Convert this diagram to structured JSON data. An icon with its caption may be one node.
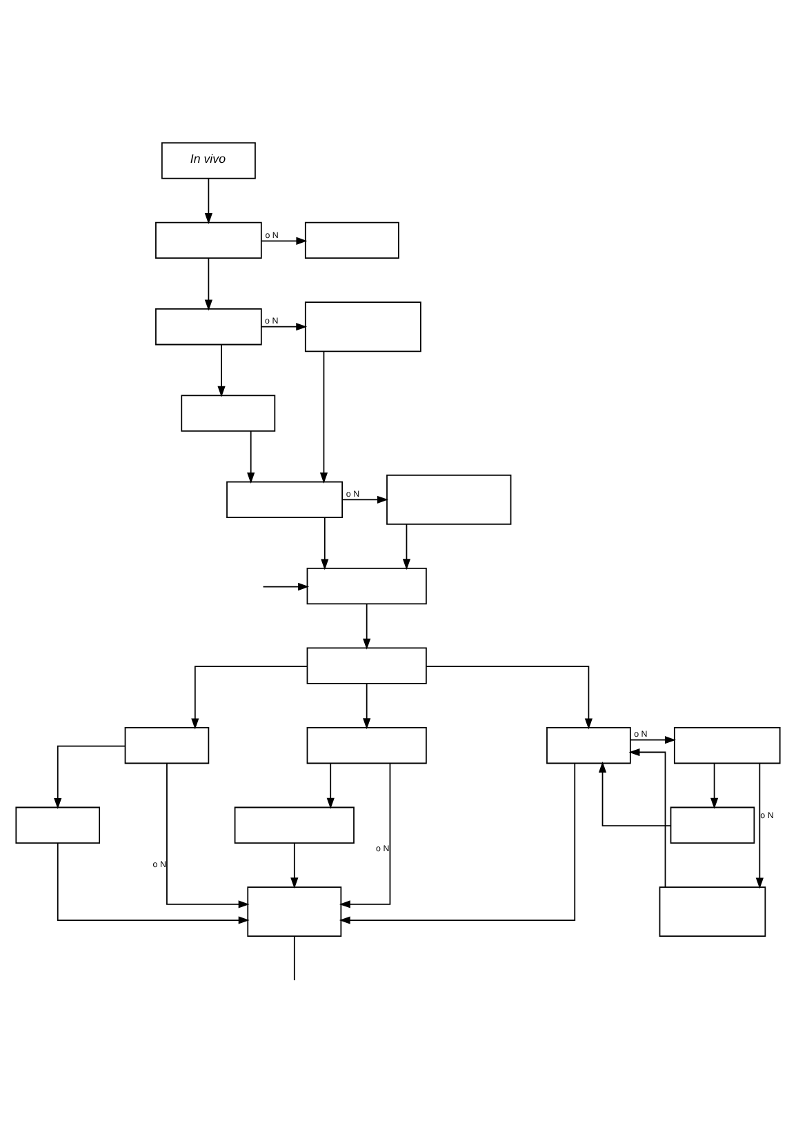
{
  "diagram": {
    "nodes": [
      {
        "text": [
          "In vivo"
        ]
      },
      {
        "text": [],
        "shape": "box"
      },
      {
        "text": [],
        "shape": "box"
      },
      {
        "text": [],
        "shape": "box"
      },
      {
        "text": [],
        "shape": "box"
      },
      {
        "text": [],
        "shape": "box"
      },
      {
        "text": [],
        "shape": "box"
      },
      {
        "text": [],
        "shape": "box"
      },
      {
        "text": [],
        "shape": "box"
      },
      {
        "text": [],
        "shape": "box"
      },
      {
        "text": [],
        "shape": "box"
      },
      {
        "text": [],
        "shape": "box"
      },
      {
        "text": [],
        "shape": "box"
      },
      {
        "text": [],
        "shape": "box"
      },
      {
        "text": [],
        "shape": "box"
      },
      {
        "text": [],
        "shape": "box"
      },
      {
        "text": [],
        "shape": "box"
      },
      {
        "text": [],
        "shape": "box"
      },
      {
        "text": [],
        "shape": "box"
      }
    ],
    "edges": [
      {
        "from": 0,
        "to": 1,
        "arrow": "to"
      },
      {
        "from": 1,
        "to": 2,
        "arrow": "to",
        "label": "o N"
      },
      {
        "from": 1,
        "to": 3,
        "arrow": "to"
      },
      {
        "from": 3,
        "to": 4,
        "arrow": "to",
        "label": "o N"
      },
      {
        "from": 3,
        "to": 5,
        "arrow": "to"
      },
      {
        "from": 5,
        "to": 6,
        "arrow": "to"
      },
      {
        "from": 4,
        "to": 6,
        "arrow": "to"
      },
      {
        "from": 6,
        "to": 7,
        "arrow": "to",
        "label": "o N"
      },
      {
        "from": 6,
        "to": 8,
        "arrow": "to"
      },
      {
        "from": 7,
        "to": 8,
        "arrow": "to"
      },
      {
        "from": null,
        "to": 8,
        "arrow": "to"
      },
      {
        "from": 8,
        "to": 9,
        "arrow": "to"
      },
      {
        "from": 9,
        "to": 10,
        "arrow": "to"
      },
      {
        "from": 9,
        "to": 11,
        "arrow": "to"
      },
      {
        "from": 9,
        "to": 12,
        "arrow": "to"
      },
      {
        "from": 10,
        "to": 14,
        "arrow": "to"
      },
      {
        "from": 10,
        "to": 17,
        "arrow": "to",
        "label": "o N"
      },
      {
        "from": 11,
        "to": 15,
        "arrow": "to"
      },
      {
        "from": 11,
        "to": 17,
        "arrow": "to",
        "label": "o N"
      },
      {
        "from": 12,
        "to": 13,
        "arrow": "to",
        "label": "o N"
      },
      {
        "from": 12,
        "to": 17,
        "arrow": "to"
      },
      {
        "from": 13,
        "to": 16,
        "arrow": "to"
      },
      {
        "from": 13,
        "to": 18,
        "arrow": "to",
        "label": "o N"
      },
      {
        "from": 16,
        "to": 12,
        "arrow": "to"
      },
      {
        "from": 18,
        "to": 12,
        "arrow": "to"
      },
      {
        "from": 14,
        "to": 17,
        "arrow": "to"
      },
      {
        "from": 15,
        "to": 17,
        "arrow": "to"
      },
      {
        "from": 17,
        "to": null,
        "arrow": "none"
      }
    ]
  }
}
